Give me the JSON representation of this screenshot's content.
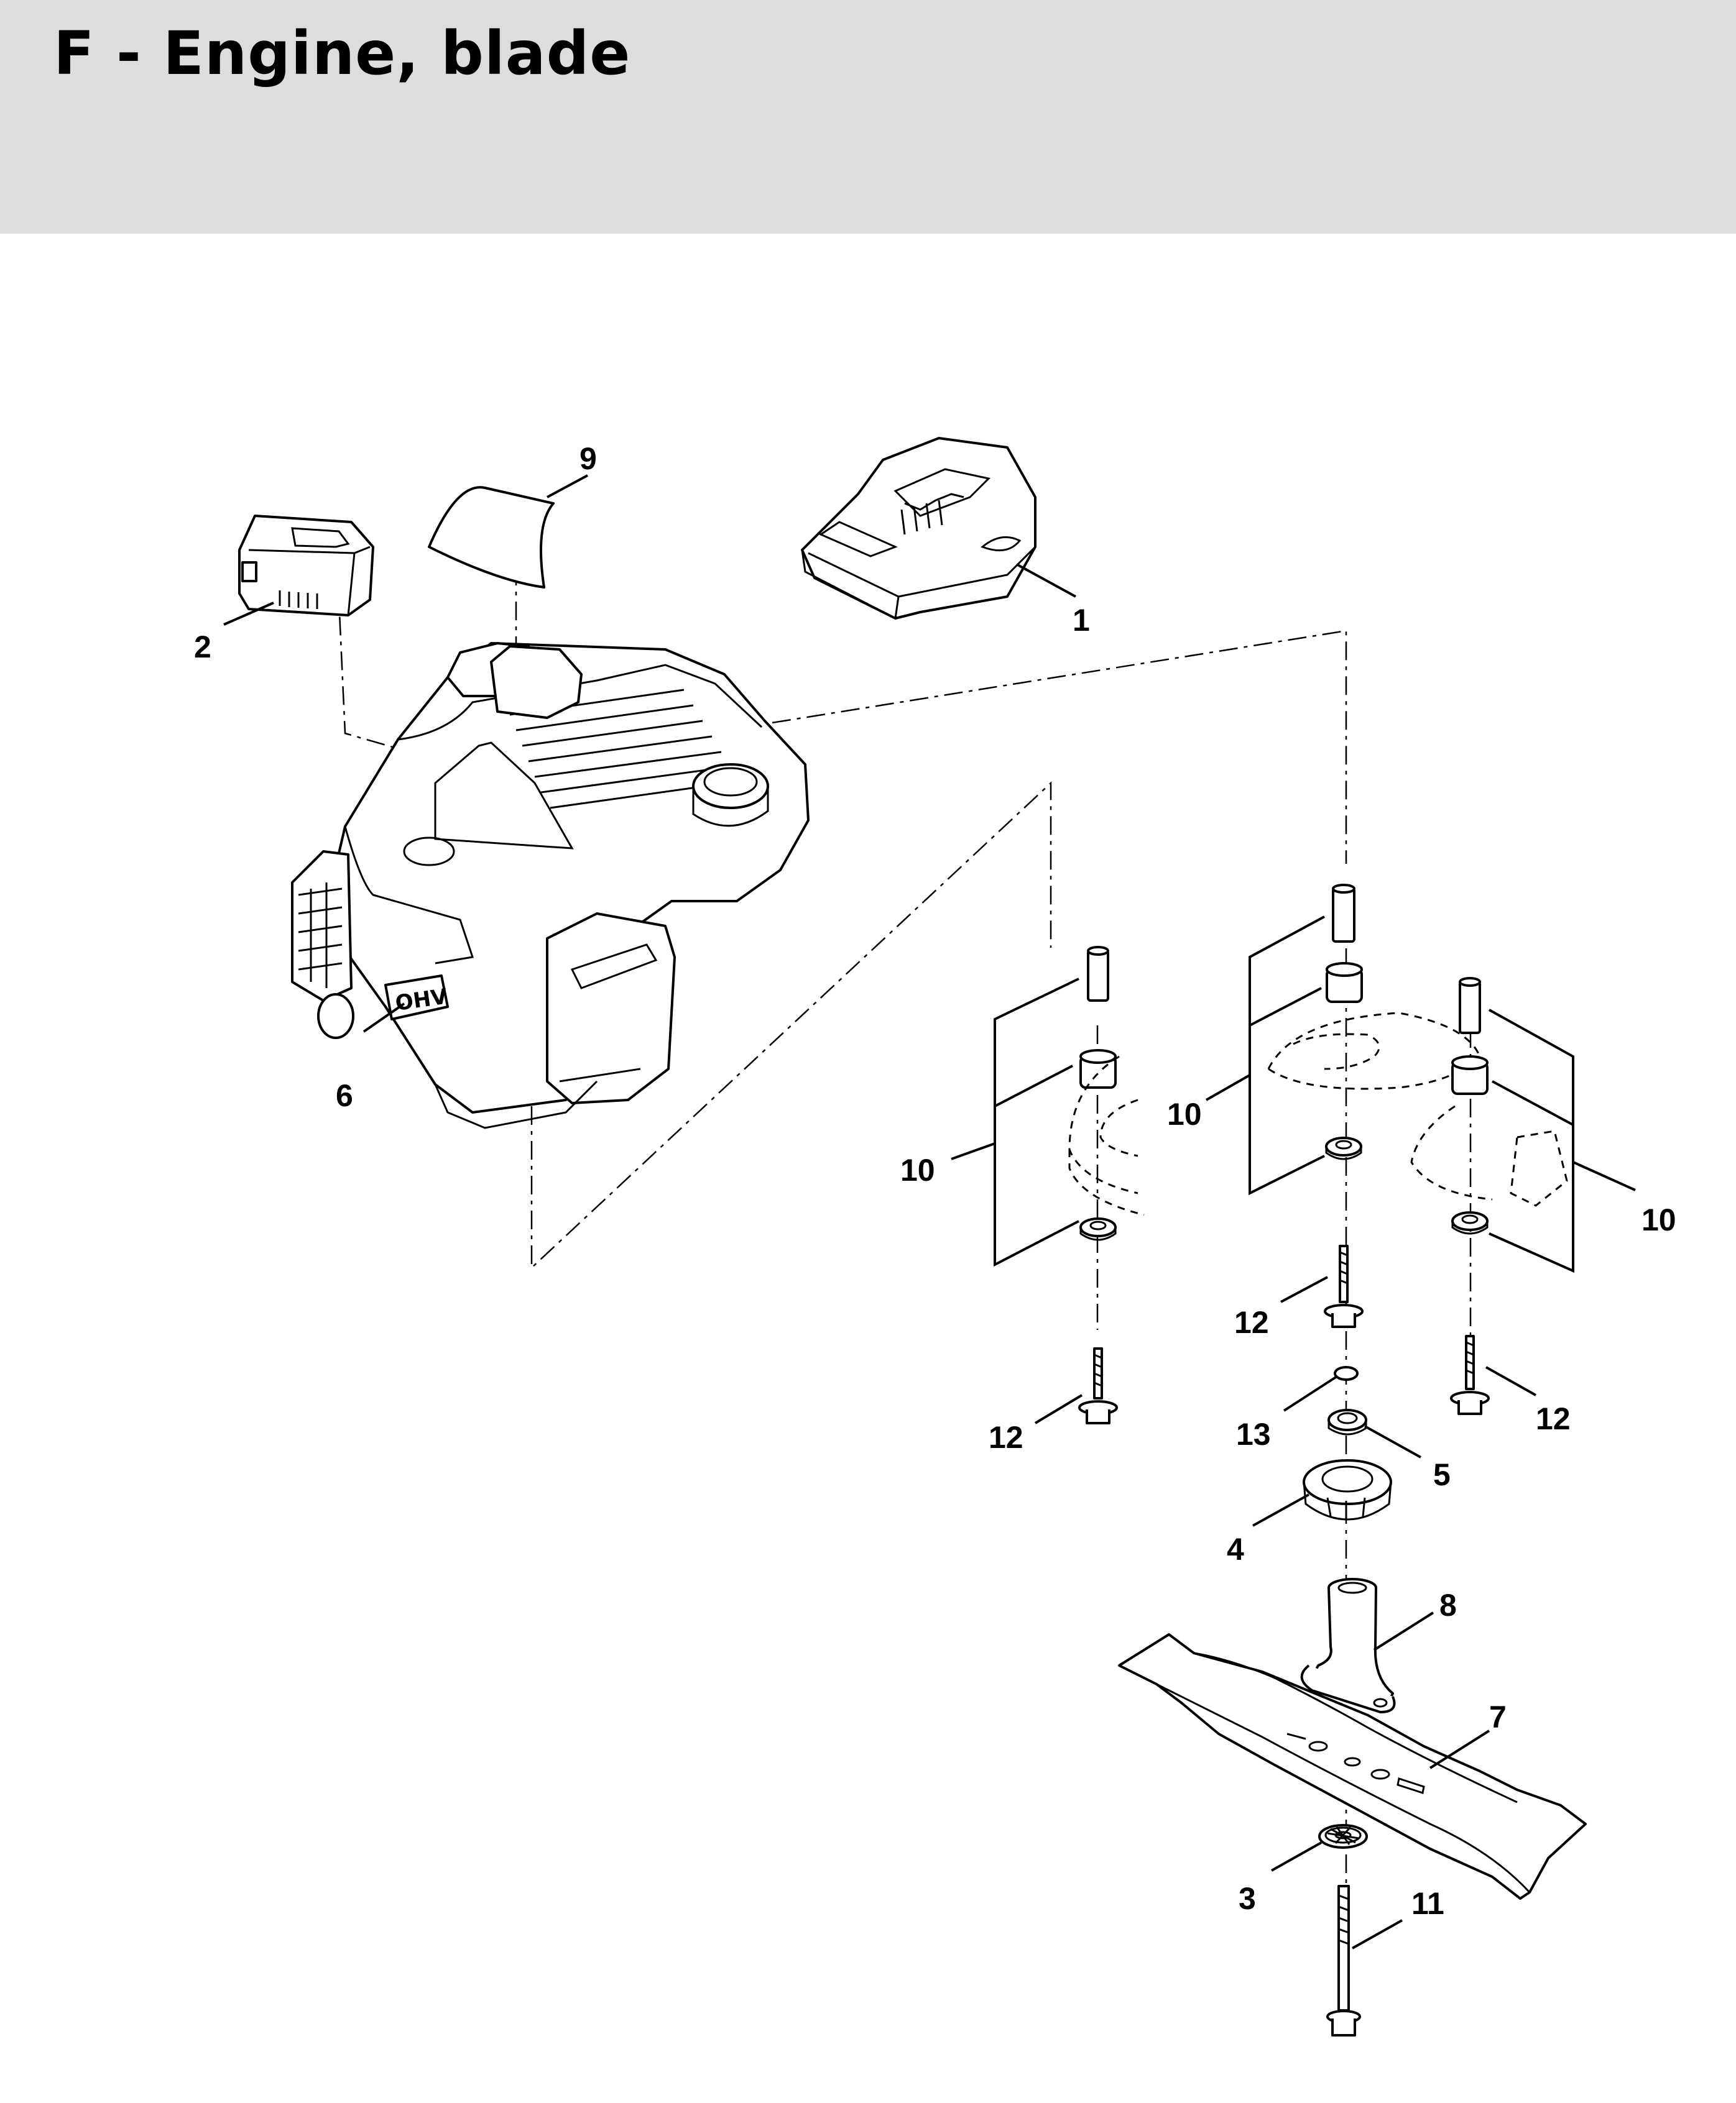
{
  "header": {
    "title": "F - Engine, blade"
  },
  "callouts": {
    "c1": "1",
    "c2": "2",
    "c3": "3",
    "c4": "4",
    "c5": "5",
    "c6": "6",
    "c7": "7",
    "c8": "8",
    "c9": "9",
    "c10a": "10",
    "c10b": "10",
    "c10c": "10",
    "c11": "11",
    "c12a": "12",
    "c12b": "12",
    "c12c": "12",
    "c13": "13"
  },
  "colors": {
    "header_bg": "#dcdddc",
    "ink": "#000000",
    "paper": "#ffffff"
  }
}
